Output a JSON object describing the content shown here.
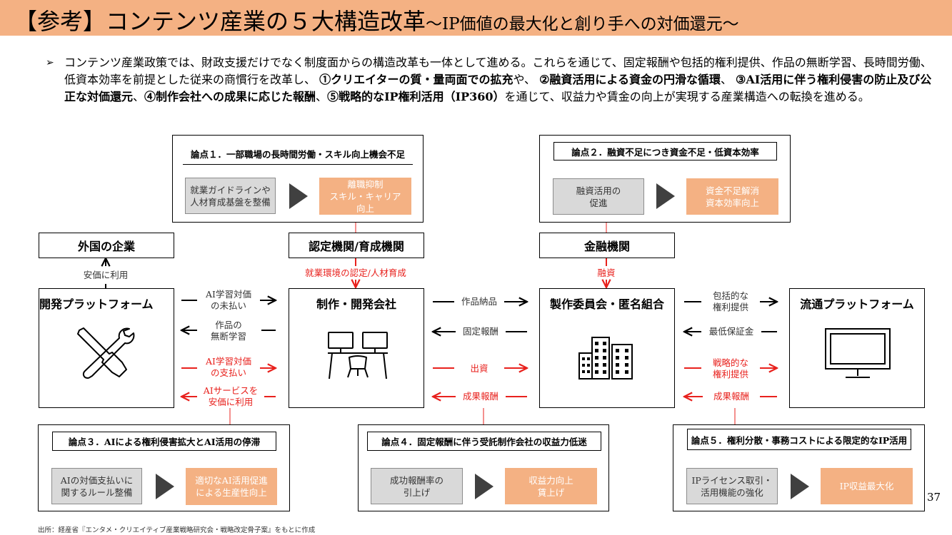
{
  "title": {
    "main": "【参考】コンテンツ産業の５大構造改革",
    "sub": "～IP価値の最大化と創り手への対価還元～"
  },
  "intro": {
    "bullet": "➢",
    "text_1": "コンテンツ産業政策では、財政支援だけでなく制度面からの構造改革も一体として進める。これらを通じて、固定報酬や包括的権利提供、作品の無断学習、長時間労働、低資本効率を前提とした従来の商慣行を改革し、 ",
    "bold_1": "①クリエイターの質・量両面での拡充",
    "text_2": "や、 ",
    "bold_2": "②融資活用による資金の円滑な循環",
    "text_3": "、 ",
    "bold_3": "③AI活用に伴う権利侵害の防止及び公正な対価還元",
    "text_4": "、",
    "bold_4": "④制作会社への成果に応じた報酬",
    "text_5": "、",
    "bold_5": "⑤戦略的なIP権利活用（IP360）",
    "text_6": "を通じて、収益力や賃金の向上が実現する産業構造への転換を進める。"
  },
  "issues": [
    {
      "title": "論点１．一部職場の長時間労働・スキル向上機会不足",
      "from": "就業ガイドラインや\n人材育成基盤を整備",
      "to": "離職抑制\nスキル・キャリア\n向上"
    },
    {
      "title": "論点２．融資不足につき資金不足・低資本効率",
      "from": "融資活用の\n促進",
      "to": "資金不足解消\n資本効率向上"
    },
    {
      "title": "論点３．AIによる権利侵害拡大とAI活用の停滞",
      "from": "AIの対価支払いに\n関するルール整備",
      "to": "適切なAI活用促進\nによる生産性向上"
    },
    {
      "title": "論点４．固定報酬に伴う受託制作会社の収益力低迷",
      "from": "成功報酬率の\n引上げ",
      "to": "収益力向上\n賃上げ"
    },
    {
      "title": "論点５．権利分散・事務コストによる限定的なIP活用",
      "from": "IPライセンス取引・\n活用機能の強化",
      "to": "IP収益最大化"
    }
  ],
  "labels": {
    "foreign": "外国の企業",
    "certified": "認定機関/育成機関",
    "finance": "金融機関"
  },
  "entities": {
    "dev_platform": "開発プラットフォーム",
    "production": "制作・開発会社",
    "committee": "製作委員会・匿名組合",
    "distribution": "流通プラットフォーム"
  },
  "flows": {
    "cheap_use": "安価に利用",
    "certify": "就業環境の認定/人材育成",
    "finance": "融資",
    "ai_unpaid": "AI学習対価\nの未払い",
    "unauth": "作品の\n無断学習",
    "ai_paid": "AI学習対価\nの支払い",
    "ai_service": "AIサービスを\n安価に利用",
    "delivery": "作品納品",
    "fixed_fee": "固定報酬",
    "investment": "出資",
    "success_fee_1": "成果報酬",
    "blanket": "包括的な\n権利提供",
    "min_guarantee": "最低保証金",
    "strategic": "戦略的な\n権利提供",
    "success_fee_2": "成果報酬"
  },
  "colors": {
    "accent": "#f4b183",
    "red": "#e8211d",
    "grey_box": "#d9d9d9",
    "triangle": "#404040"
  },
  "icons": [
    "tools-icon",
    "workstation-icon",
    "buildings-icon",
    "monitor-icon"
  ],
  "page_number": "37",
  "source": "出所：経産省『エンタメ・クリエイティブ産業戦略研究会・戦略改定骨子案』をもとに作成"
}
